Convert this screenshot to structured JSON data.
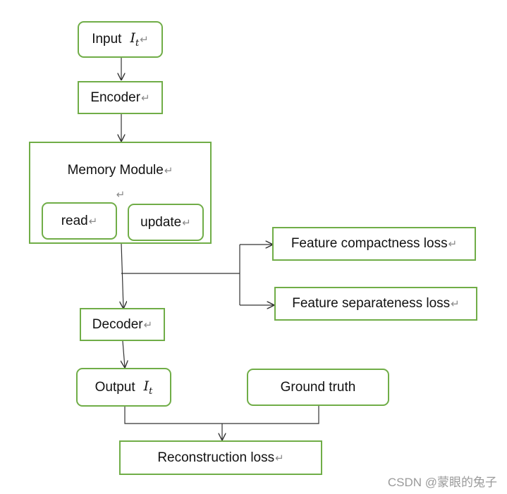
{
  "nodes": {
    "input": {
      "label": "Input",
      "var": "I",
      "sub": "t",
      "ret": "↵"
    },
    "encoder": {
      "label": "Encoder",
      "ret": "↵"
    },
    "memory": {
      "label": "Memory Module",
      "ret": "↵",
      "extra_ret": "↵",
      "read": "read",
      "update": "update"
    },
    "compactness": {
      "label": "Feature compactness loss",
      "ret": "↵"
    },
    "separateness": {
      "label": "Feature separateness loss",
      "ret": "↵"
    },
    "decoder": {
      "label": "Decoder",
      "ret": "↵"
    },
    "output": {
      "label": "Output",
      "var": "I",
      "sub": "t"
    },
    "ground_truth": {
      "label": "Ground truth"
    },
    "reconstruction": {
      "label": "Reconstruction loss",
      "ret": "↵"
    }
  },
  "colors": {
    "border": "#70ad47",
    "line": "#333333"
  },
  "watermark": "CSDN @蒙眼的兔子"
}
